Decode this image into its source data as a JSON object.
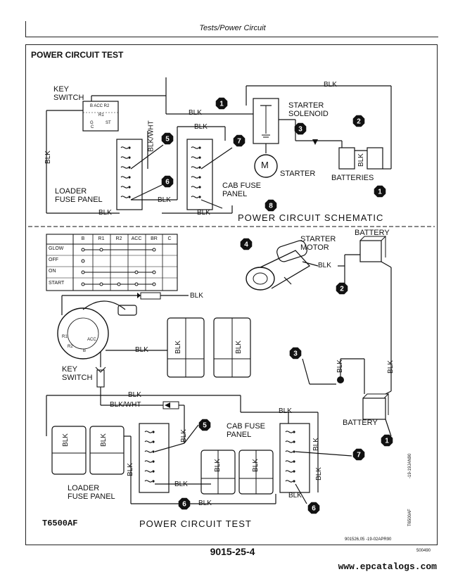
{
  "header": {
    "section": "Tests/Power Circuit"
  },
  "title": "POWER CIRCUIT TEST",
  "schematic": {
    "caption": "POWER CIRCUIT SCHEMATIC",
    "key_switch": "KEY\nSWITCH",
    "key_switch_line1": "KEY",
    "key_switch_line2": "SWITCH",
    "switch_terms_top": "B ACC R2",
    "switch_terms_mid": "R1",
    "switch_terms_bot_a": "G",
    "switch_terms_bot_b": "ST",
    "switch_terms_bot_c": "C",
    "starter_solenoid_1": "STARTER",
    "starter_solenoid_2": "SOLENOID",
    "starter": "STARTER",
    "batteries": "BATTERIES",
    "loader_fuse_1": "LOADER",
    "loader_fuse_2": "FUSE PANEL",
    "cab_fuse_1": "CAB FUSE",
    "cab_fuse_2": "PANEL",
    "motor_symbol": "M",
    "wire_blk": "BLK",
    "wire_blk_wht": "BLK/WHT"
  },
  "test": {
    "caption": "POWER CIRCUIT TEST",
    "figure_id": "T6500AF",
    "starter_motor_1": "STARTER",
    "starter_motor_2": "MOTOR",
    "battery": "BATTERY",
    "key_switch_1": "KEY",
    "key_switch_2": "SWITCH",
    "cab_fuse_1": "CAB FUSE",
    "cab_fuse_2": "PANEL",
    "loader_fuse_1": "LOADER",
    "loader_fuse_2": "FUSE PANEL",
    "wire_blk": "BLK",
    "wire_blk_wht": "BLK/WHT",
    "ks_terms": [
      "R1",
      "ACC",
      "R2",
      "B"
    ],
    "side_code_1": "-19-19JAN90",
    "side_code_2": "T6500AF",
    "bottom_code": "901526,05     -19-02APR90"
  },
  "switch_table": {
    "columns": [
      "B",
      "R1",
      "R2",
      "ACC",
      "BR",
      "C"
    ],
    "rows": [
      {
        "label": "GLOW",
        "dots": [
          1,
          1,
          0,
          0,
          1,
          0
        ]
      },
      {
        "label": "OFF",
        "dots": [
          1,
          0,
          0,
          0,
          0,
          0
        ]
      },
      {
        "label": "ON",
        "dots": [
          1,
          0,
          0,
          1,
          1,
          0
        ]
      },
      {
        "label": "START",
        "dots": [
          1,
          1,
          1,
          1,
          1,
          0
        ]
      }
    ]
  },
  "callouts": [
    "1",
    "2",
    "3",
    "4",
    "5",
    "6",
    "7",
    "8"
  ],
  "footer": {
    "page": "9015-25-4",
    "small": "500490",
    "watermark": "www.epcatalogs.com"
  }
}
